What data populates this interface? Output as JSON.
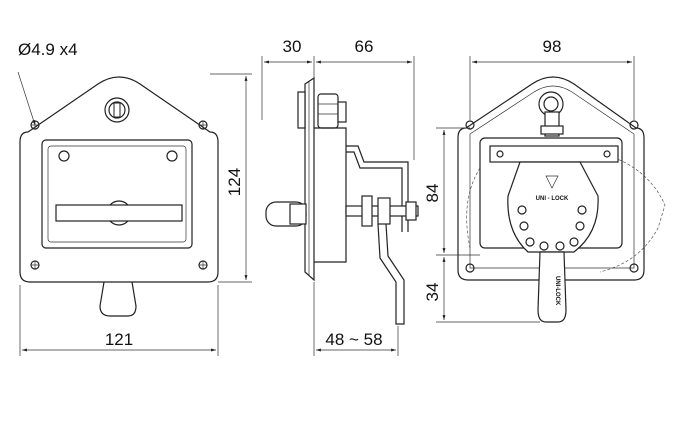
{
  "front_view": {
    "hole_callout": "Ø4.9 x4",
    "height_dim": "124",
    "width_dim": "121"
  },
  "side_view": {
    "flange_dim": "30",
    "depth_dim": "66",
    "range_dim": "48 ~ 58"
  },
  "rear_view": {
    "width_dim": "98",
    "upper_dim": "84",
    "lower_dim": "34",
    "brand_label": "UNI - LOCK",
    "handle_label": "UNI-LOCK"
  }
}
